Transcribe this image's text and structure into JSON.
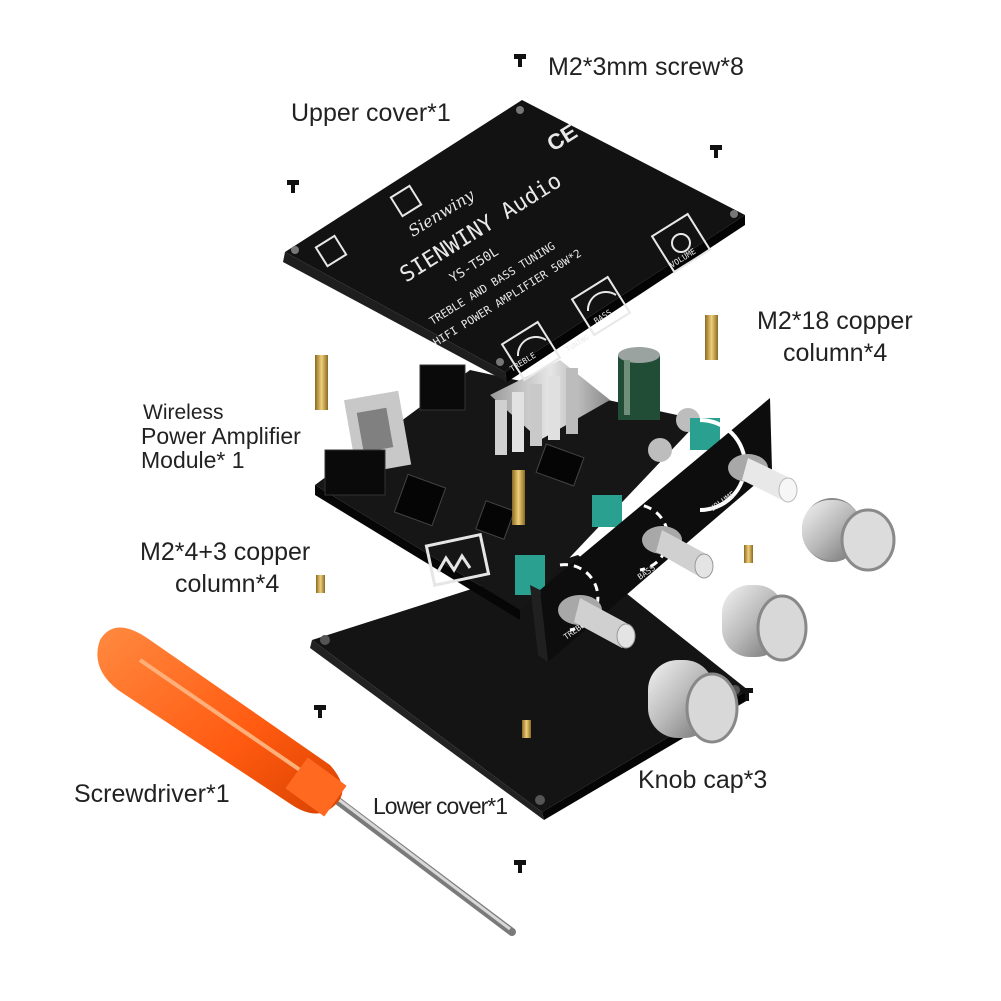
{
  "labels": {
    "screws": "M2*3mm screw*8",
    "upper_cover": "Upper cover*1",
    "copper18": [
      "M2*18 copper",
      "column*4"
    ],
    "module": [
      "Wireless",
      "Power Amplifier",
      "Module* 1"
    ],
    "copper43": [
      "M2*4+3 copper",
      "column*4"
    ],
    "screwdriver": "Screwdriver*1",
    "lower_cover": "Lower cover*1",
    "knob": "Knob cap*3"
  },
  "board": {
    "brand": "Sienwiny",
    "name": "SIENWINY Audio",
    "model": "YS-T50L",
    "line1": "TREBLE AND BASS TUNING",
    "line2": "HIFI POWER AMPLIFIER 50W*2",
    "ce": "CE",
    "treble": "TREBLE",
    "tuning": "TUNING",
    "bass": "BASS",
    "volume": "VOLUME"
  },
  "colors": {
    "board": "#121212",
    "screwdriver": "#ff5a10",
    "brass": "#c9a24a",
    "teal": "#2aa090",
    "knob": "#cfcfcf"
  }
}
